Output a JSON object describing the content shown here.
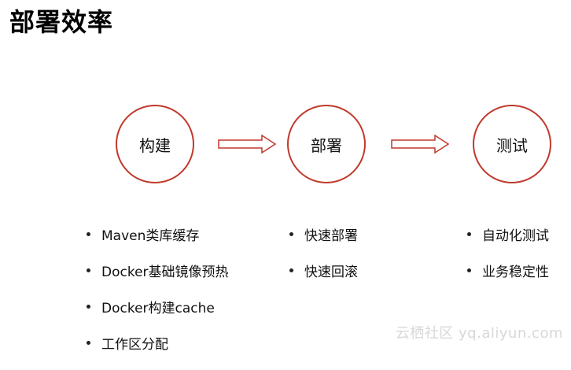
{
  "title": "部署效率",
  "stages": [
    {
      "label": "构建",
      "items": [
        "Maven类库缓存",
        "Docker基础镜像预热",
        "Docker构建cache",
        "工作区分配"
      ]
    },
    {
      "label": "部署",
      "items": [
        "快速部署",
        "快速回滚"
      ]
    },
    {
      "label": "测试",
      "items": [
        "自动化测试",
        "业务稳定性"
      ]
    }
  ],
  "watermark": "云栖社区 yq.aliyun.com",
  "colors": {
    "accent": "#c0392b"
  }
}
